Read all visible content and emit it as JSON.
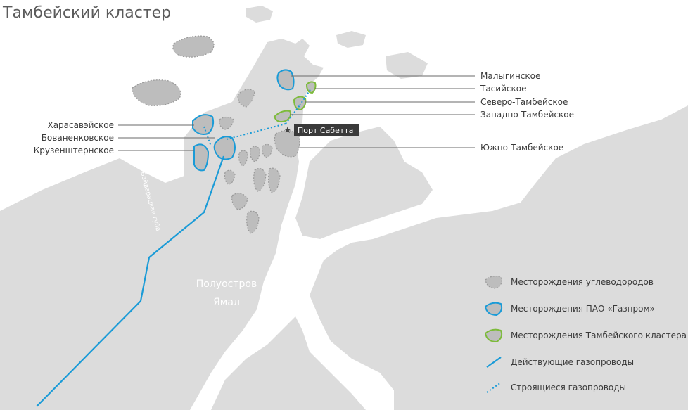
{
  "title": "Тамбейский кластер",
  "fields": {
    "malyginskoe": "Малыгинское",
    "tasiyskoe": "Тасийское",
    "severo_tambeyskoe": "Северо-Тамбейское",
    "zapadno_tambeyskoe": "Западно-Тамбейское",
    "yuzhno_tambeyskoe": "Южно-Тамбейское",
    "kharasaveyskoe": "Харасавэйское",
    "bovanenkovskoe": "Бованенковское",
    "kruzenshternskoe": "Крузенштернское"
  },
  "port": "Порт Сабетта",
  "bay": "Байдарацкая губа",
  "peninsula": {
    "line1": "Полуостров",
    "line2": "Ямал"
  },
  "legend": {
    "hydrocarbon": "Месторождения углеводородов",
    "gazprom": "Месторождения ПАО «Газпром»",
    "tambey": "Месторождения Тамбейского кластера",
    "active": "Действующие газопроводы",
    "building": "Строящиеся газопроводы"
  },
  "colors": {
    "gazprom": "#1a9bd7",
    "tambey": "#7dbb3b",
    "land": "#dcdcdc",
    "hydrocarbon": "#bdbdbd"
  },
  "icons": {
    "port": "star-icon"
  }
}
